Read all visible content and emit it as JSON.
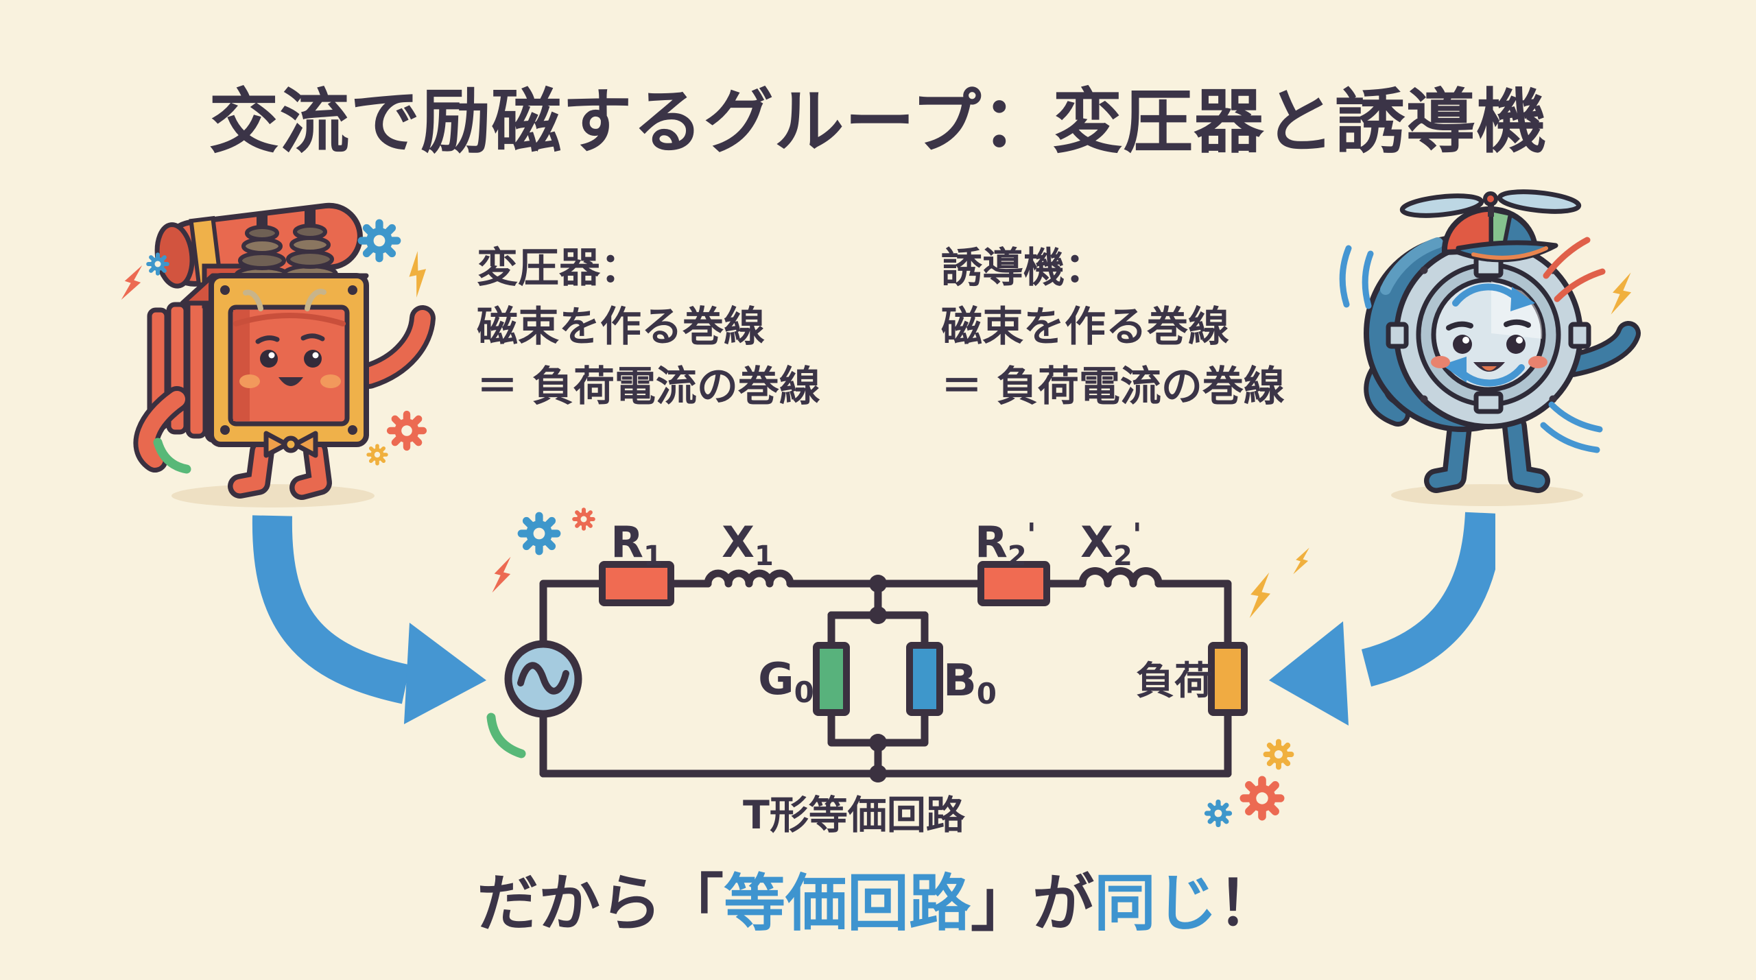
{
  "title": "交流で励磁するグループ：変圧器と誘導機",
  "transformer_note": {
    "line1": "変圧器：",
    "line2": "磁束を作る巻線",
    "line3": "＝ 負荷電流の巻線"
  },
  "induction_note": {
    "line1": "誘導機：",
    "line2": "磁束を作る巻線",
    "line3": "＝ 負荷電流の巻線"
  },
  "circuit": {
    "caption": "T形等価回路",
    "labels": {
      "r1": {
        "base": "R",
        "sub": "1",
        "prime": ""
      },
      "x1": {
        "base": "X",
        "sub": "1",
        "prime": ""
      },
      "r2": {
        "base": "R",
        "sub": "2",
        "prime": "'"
      },
      "x2": {
        "base": "X",
        "sub": "2",
        "prime": "'"
      },
      "g0": {
        "base": "G",
        "sub": "0",
        "prime": ""
      },
      "b0": {
        "base": "B",
        "sub": "0",
        "prime": ""
      },
      "load": "負荷"
    },
    "colors": {
      "wire": "#3b3140",
      "resistor": "#f06b52",
      "conductance": "#58b27c",
      "susceptance": "#3e97cb",
      "load": "#f0ab42",
      "source_fill": "#a5cbdf"
    }
  },
  "conclusion": {
    "segments": [
      {
        "text": "だから",
        "color": "dark"
      },
      {
        "text": "「",
        "color": "dark"
      },
      {
        "text": "等価回路",
        "color": "blue"
      },
      {
        "text": "」",
        "color": "dark"
      },
      {
        "text": "が",
        "color": "dark"
      },
      {
        "text": "同じ",
        "color": "blue"
      },
      {
        "text": "！",
        "color": "dark"
      }
    ]
  },
  "theme": {
    "background": "#f9f2de",
    "text_dark": "#3b3447",
    "accent_blue": "#4596d2",
    "gear_blue": "#3e97cb",
    "gear_red": "#ec6a52",
    "gear_yellow": "#f0b03e",
    "swoosh_green": "#58b878"
  },
  "icons": {
    "left_mascot": "transformer-mascot",
    "right_mascot": "induction-motor-mascot",
    "arrows": "blue-curved-arrow",
    "decorations": [
      "gear-icon",
      "lightning-icon",
      "swoosh-icon",
      "motion-lines-icon"
    ]
  }
}
